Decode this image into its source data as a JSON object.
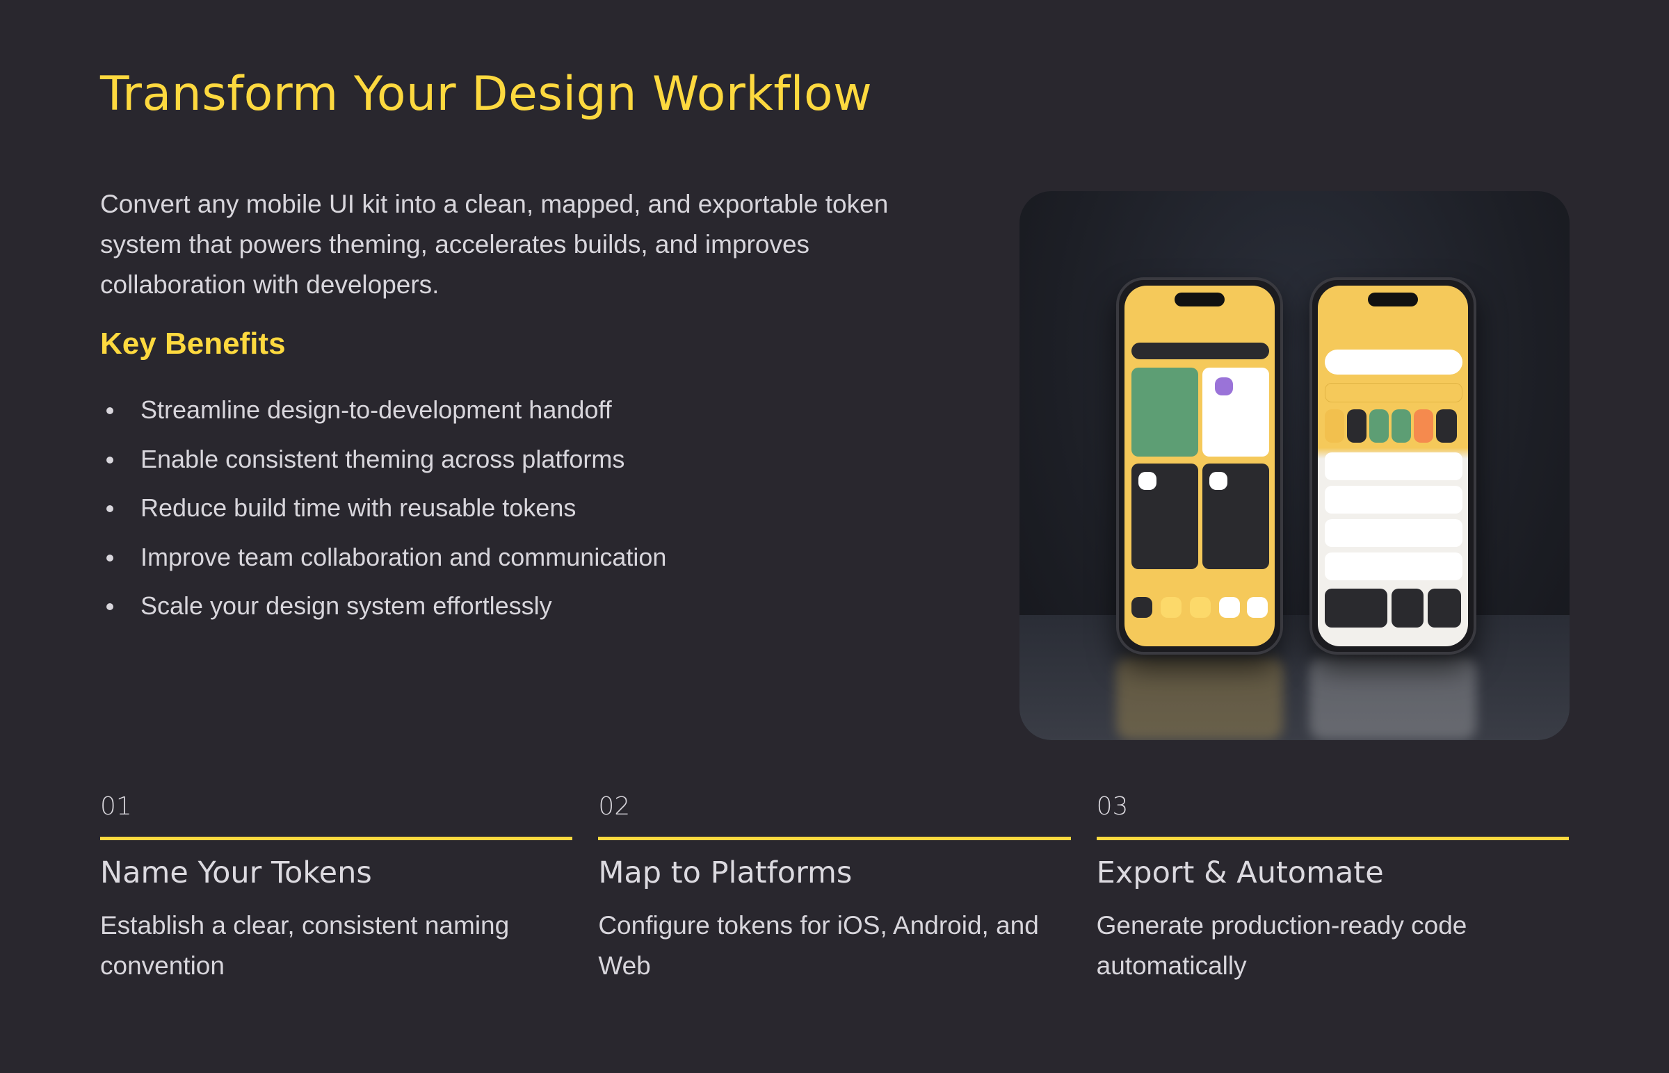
{
  "header": {
    "title": "Transform Your Design Workflow"
  },
  "intro": "Convert any mobile UI kit into a clean, mapped, and exportable token system that powers theming, accelerates builds, and improves collaboration with developers.",
  "benefits": {
    "heading": "Key Benefits",
    "items": [
      "Streamline design-to-development handoff",
      "Enable consistent theming across platforms",
      "Reduce build time with reusable tokens",
      "Improve team collaboration and communication",
      "Scale your design system effortlessly"
    ]
  },
  "hero_image": {
    "description_icon": "phone-mockup-image"
  },
  "steps": [
    {
      "number": "01",
      "title": "Name Your Tokens",
      "description": "Establish a clear, consistent naming convention"
    },
    {
      "number": "02",
      "title": "Map to Platforms",
      "description": "Configure tokens for iOS, Android, and Web"
    },
    {
      "number": "03",
      "title": "Export & Automate",
      "description": "Generate production-ready code automatically"
    }
  ],
  "colors": {
    "background": "#29272e",
    "accent": "#fdd93f",
    "text": "#d8d6dc"
  }
}
